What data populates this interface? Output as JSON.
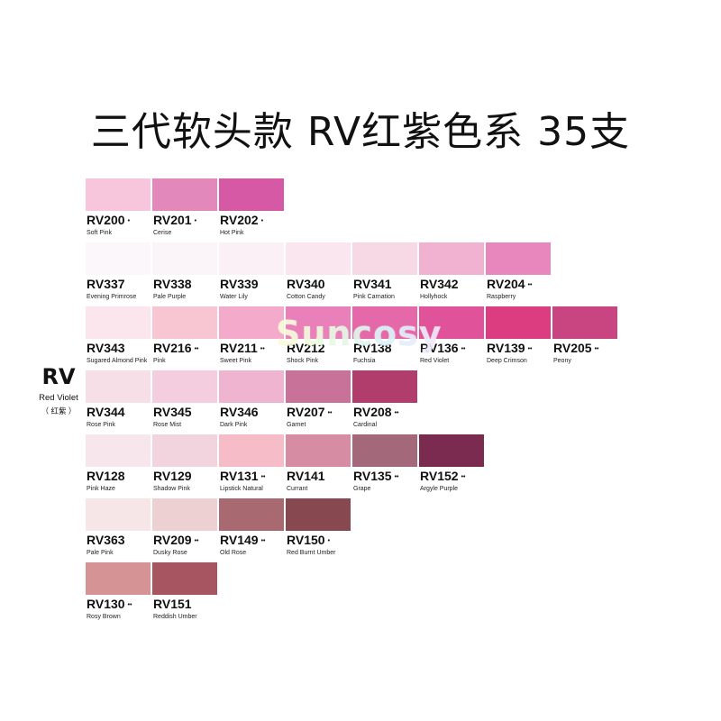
{
  "title": "三代软头款  RV红紫色系 35支",
  "series": {
    "code": "RV",
    "name": "Red Violet",
    "name_cn": "（ 红紫 ）"
  },
  "watermark": "Suncosy",
  "rows": [
    [
      {
        "code": "RV200",
        "dots": "•",
        "name": "Soft Pink",
        "color": "#f8c6dc"
      },
      {
        "code": "RV201",
        "dots": "•",
        "name": "Cerise",
        "color": "#e288bb"
      },
      {
        "code": "RV202",
        "dots": "•",
        "name": "Hot Pink",
        "color": "#d559a5"
      }
    ],
    [
      {
        "code": "RV337",
        "dots": "",
        "name": "Evening Primrose",
        "color": "#fbf7fa"
      },
      {
        "code": "RV338",
        "dots": "",
        "name": "Pale Purple",
        "color": "#fbf4f8"
      },
      {
        "code": "RV339",
        "dots": "",
        "name": "Water Lily",
        "color": "#fbf0f6"
      },
      {
        "code": "RV340",
        "dots": "",
        "name": "Cotton Candy",
        "color": "#f9e6ee"
      },
      {
        "code": "RV341",
        "dots": "",
        "name": "Pink Carnation",
        "color": "#f7d9e6"
      },
      {
        "code": "RV342",
        "dots": "",
        "name": "Hollyhock",
        "color": "#f1b2d1"
      },
      {
        "code": "RV204",
        "dots": "••",
        "name": "Raspberry",
        "color": "#e887be"
      }
    ],
    [
      {
        "code": "RV343",
        "dots": "",
        "name": "Sugared Almond Pink",
        "color": "#fbe6ee"
      },
      {
        "code": "RV216",
        "dots": "••",
        "name": "Pink",
        "color": "#f8c6d3"
      },
      {
        "code": "RV211",
        "dots": "••",
        "name": "Sweet Pink",
        "color": "#f4aacb"
      },
      {
        "code": "RV212",
        "dots": "",
        "name": "Shock Pink",
        "color": "#ea80b9"
      },
      {
        "code": "RV138",
        "dots": "",
        "name": "Fuchsia",
        "color": "#e569a8"
      },
      {
        "code": "RV136",
        "dots": "••",
        "name": "Red Violet",
        "color": "#e0539a"
      },
      {
        "code": "RV139",
        "dots": "••",
        "name": "Deep Crimson",
        "color": "#dc3d80"
      },
      {
        "code": "RV205",
        "dots": "••",
        "name": "Peony",
        "color": "#c84582"
      }
    ],
    [
      {
        "code": "RV344",
        "dots": "",
        "name": "Rose Pink",
        "color": "#f7dfe8"
      },
      {
        "code": "RV345",
        "dots": "",
        "name": "Rose Mist",
        "color": "#f4cedf"
      },
      {
        "code": "RV346",
        "dots": "",
        "name": "Dark Pink",
        "color": "#efb4cf"
      },
      {
        "code": "RV207",
        "dots": "••",
        "name": "Garnet",
        "color": "#c97299"
      },
      {
        "code": "RV208",
        "dots": "••",
        "name": "Cardinal",
        "color": "#b13d6c"
      }
    ],
    [
      {
        "code": "RV128",
        "dots": "",
        "name": "Pink Haze",
        "color": "#f7e7ec"
      },
      {
        "code": "RV129",
        "dots": "",
        "name": "Shadow Pink",
        "color": "#f2d4df"
      },
      {
        "code": "RV131",
        "dots": "••",
        "name": "Lipstick Natural",
        "color": "#f6bcc8"
      },
      {
        "code": "RV141",
        "dots": "",
        "name": "Currant",
        "color": "#d68da4"
      },
      {
        "code": "RV135",
        "dots": "••",
        "name": "Grape",
        "color": "#a3687a"
      },
      {
        "code": "RV152",
        "dots": "••",
        "name": "Argyle Purple",
        "color": "#7b2b4f"
      }
    ],
    [
      {
        "code": "RV363",
        "dots": "",
        "name": "Pale Pink",
        "color": "#f7e6e7"
      },
      {
        "code": "RV209",
        "dots": "••",
        "name": "Dusky Rose",
        "color": "#ecd0d2"
      },
      {
        "code": "RV149",
        "dots": "••",
        "name": "Old Rose",
        "color": "#a86a70"
      },
      {
        "code": "RV150",
        "dots": "•",
        "name": "Red Burnt Umber",
        "color": "#87484f"
      }
    ],
    [
      {
        "code": "RV130",
        "dots": "••",
        "name": "Rosy Brown",
        "color": "#d69396"
      },
      {
        "code": "RV151",
        "dots": "",
        "name": "Reddish Umber",
        "color": "#a65561"
      }
    ]
  ]
}
